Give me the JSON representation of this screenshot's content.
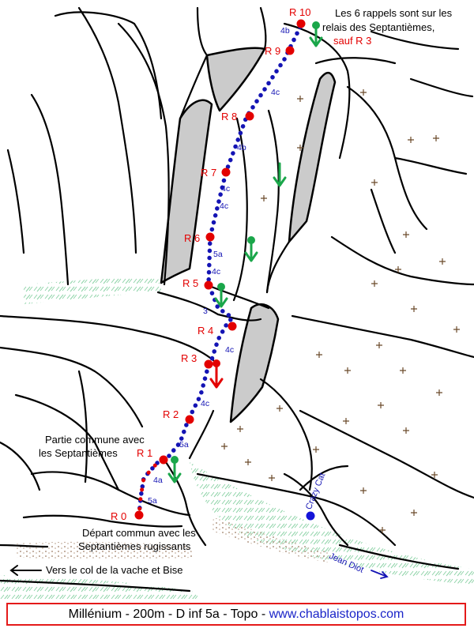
{
  "note": {
    "line1": "Les 6 rappels sont sur les",
    "line2": "relais des Septantièmes,",
    "line3": "sauf R 3"
  },
  "relays": [
    "R 0",
    "R 1",
    "R 2",
    "R 3",
    "R 4",
    "R 5",
    "R 6",
    "R 7",
    "R 8",
    "R 9",
    "R 10"
  ],
  "grades": [
    "5a",
    "4a",
    "5a",
    "4c",
    "4c",
    "3",
    "4c",
    "5a",
    "4c",
    "4c",
    "4b",
    "4c",
    "4b"
  ],
  "labels": {
    "common_1": "Partie commune avec",
    "common_2": "les Septantièmes",
    "start_1": "Départ commun avec les",
    "start_2": "Septantièmes rugissants",
    "to_col": "Vers le col de la vache et Bise",
    "jean_diot": "Jean Diot",
    "crazy_cat": "Crazy Cat"
  },
  "footer": {
    "prefix": "Millénium - 200m - D inf 5a - Topo - ",
    "site": "www.chablaistopos.com"
  },
  "colors": {
    "relay": "#e30000",
    "route": "#1414b4",
    "grade": "#1414b4",
    "rappel": "#1aa64a",
    "footer_border": "#e41a1a"
  }
}
